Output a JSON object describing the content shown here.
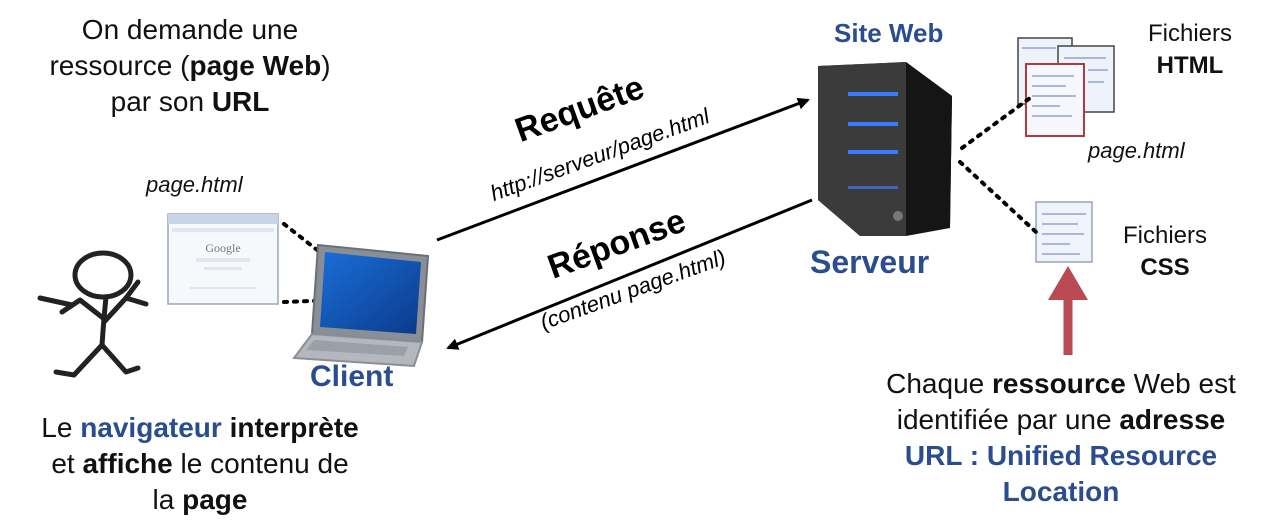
{
  "top_left_caption": {
    "line1": "On demande une",
    "line2_pre": "ressource (",
    "line2_bold": "page Web",
    "line2_post": ")",
    "line3_pre": "par son ",
    "line3_bold": "URL"
  },
  "browser_page_label": "page.html",
  "browser_logo_text": "Google",
  "client_label": "Client",
  "bottom_left_caption": {
    "l1_pre": "Le ",
    "l1_blue": "navigateur",
    "l1_bold": "interprète",
    "l2_pre": "et ",
    "l2_bold": "affiche",
    "l2_post": " le contenu de",
    "l3_pre": "la ",
    "l3_bold": "page"
  },
  "request": {
    "title": "Requête",
    "url": "http://serveur/page.html"
  },
  "response": {
    "title": "Réponse",
    "detail": "(contenu page.html)"
  },
  "server": {
    "top_label": "Site Web",
    "bottom_label": "Serveur"
  },
  "html_files": {
    "label_line1": "Fichiers",
    "label_line2": "HTML",
    "file_name": "page.html"
  },
  "css_files": {
    "label_line1": "Fichiers",
    "label_line2": "CSS"
  },
  "bottom_right_caption": {
    "l1_pre": "Chaque ",
    "l1_bold": "ressource",
    "l1_post": " Web est",
    "l2_pre": "identifiée par une ",
    "l2_bold": "adresse",
    "l3_blue": "URL : Unified Resource",
    "l4_blue": "Location"
  },
  "colors": {
    "accent_blue": "#2a4d8f",
    "arrow_red": "#b94a52",
    "server_light": "#3a7bff"
  }
}
